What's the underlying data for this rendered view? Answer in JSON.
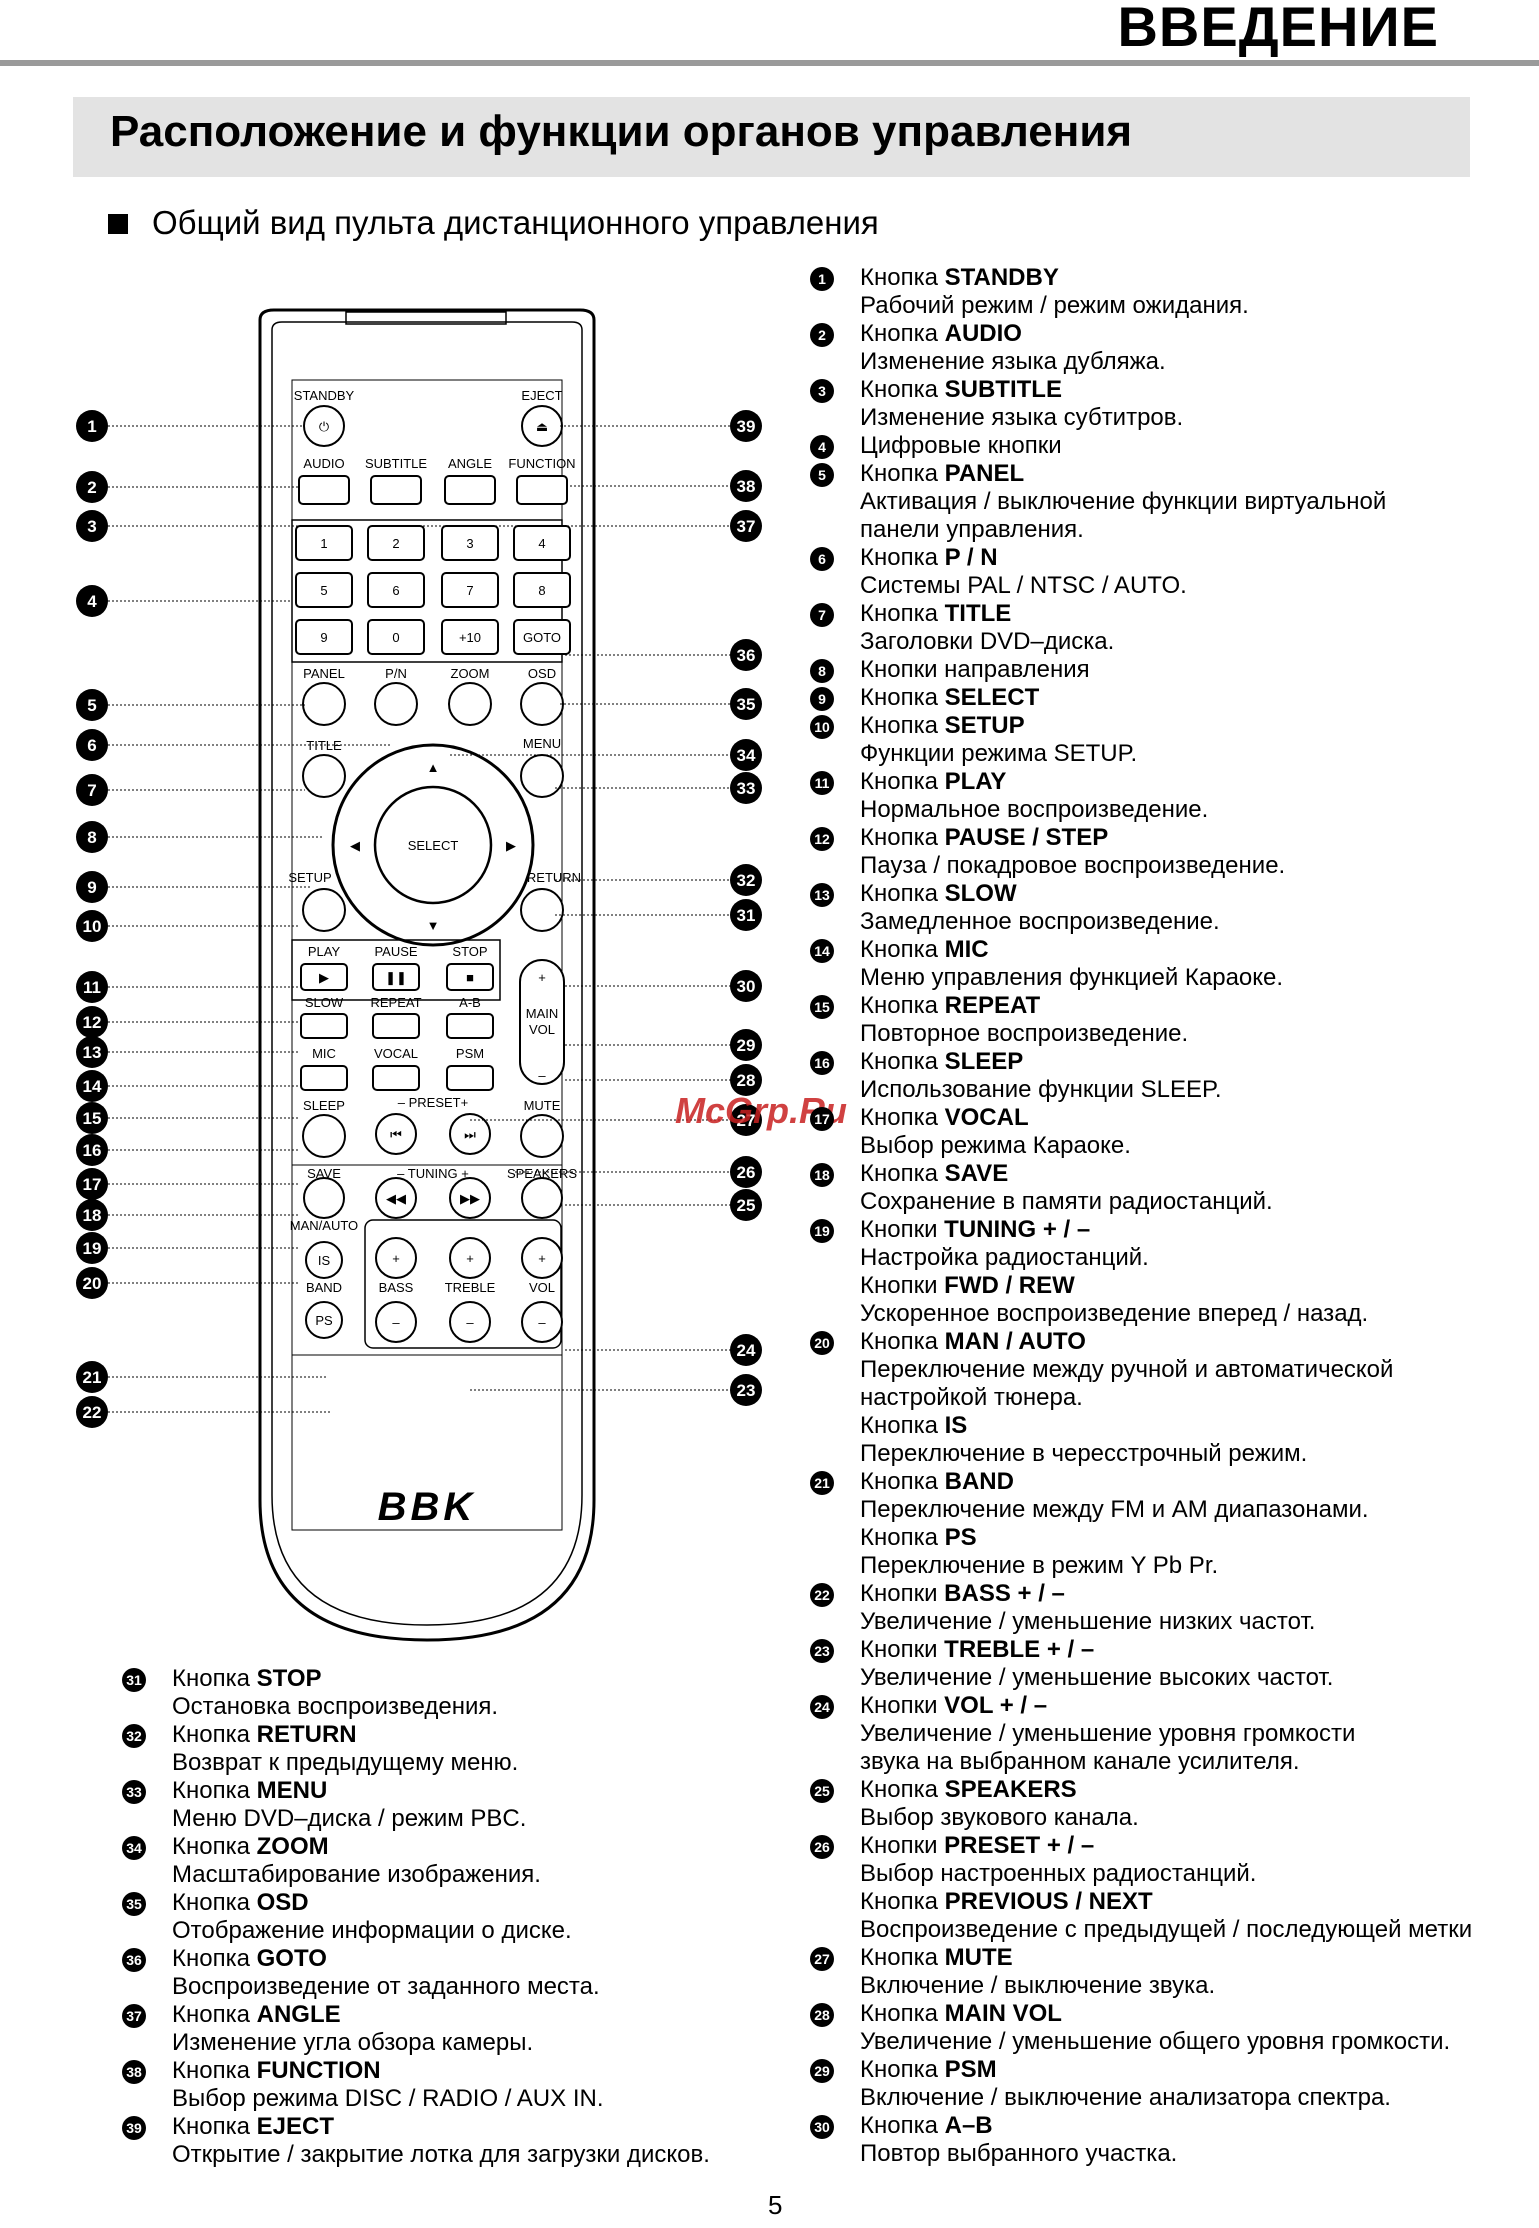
{
  "header": {
    "title": "ВВЕДЕНИЕ"
  },
  "section_title": "Расположение и функции органов управления",
  "subheading": "Общий вид пульта дистанционного управления",
  "page_number": "5",
  "watermark": "McGrp.Ru",
  "remote": {
    "brand_logo": "BBK",
    "button_labels": {
      "standby": "STANDBY",
      "eject": "EJECT",
      "audio": "AUDIO",
      "subtitle": "SUBTITLE",
      "angle": "ANGLE",
      "function": "FUNCTION",
      "panel": "PANEL",
      "pn": "P/N",
      "zoom": "ZOOM",
      "osd": "OSD",
      "title": "TITLE",
      "menu": "MENU",
      "select": "SELECT",
      "setup": "SETUP",
      "return": "RETURN",
      "play": "PLAY",
      "pause": "PAUSE",
      "stop": "STOP",
      "slow": "SLOW",
      "repeat": "REPEAT",
      "ab": "A-B",
      "mic": "MIC",
      "vocal": "VOCAL",
      "psm": "PSM",
      "main_vol": "MAIN",
      "main_vol2": "VOL",
      "sleep": "SLEEP",
      "preset": "– PRESET+",
      "mute": "MUTE",
      "save": "SAVE",
      "tuning": "– TUNING +",
      "speakers": "SPEAKERS",
      "man_auto": "MAN/AUTO",
      "is": "IS",
      "band": "BAND",
      "ps": "PS",
      "bass": "BASS",
      "treble": "TREBLE",
      "vol": "VOL",
      "goto": "GOTO",
      "digits": [
        "1",
        "2",
        "3",
        "4",
        "5",
        "6",
        "7",
        "8",
        "9",
        "0",
        "+10"
      ]
    }
  },
  "legend_right": [
    {
      "n": "1",
      "title": "Кнопка ",
      "key": "STANDBY",
      "lines": [
        "Рабочий режим / режим ожидания."
      ]
    },
    {
      "n": "2",
      "title": "Кнопка ",
      "key": "AUDIO",
      "lines": [
        "Изменение языка дубляжа."
      ]
    },
    {
      "n": "3",
      "title": "Кнопка ",
      "key": "SUBTITLE",
      "lines": [
        "Изменение языка субтитров."
      ]
    },
    {
      "n": "4",
      "title": "Цифровые кнопки",
      "key": "",
      "lines": []
    },
    {
      "n": "5",
      "title": "Кнопка ",
      "key": "PANEL",
      "lines": [
        "Активация / выключение функции виртуальной",
        "панели управления."
      ]
    },
    {
      "n": "6",
      "title": "Кнопка ",
      "key": "P / N",
      "lines": [
        "Системы PAL / NTSC / AUTO."
      ]
    },
    {
      "n": "7",
      "title": "Кнопка ",
      "key": "TITLE",
      "lines": [
        "Заголовки DVD–диска."
      ]
    },
    {
      "n": "8",
      "title": "Кнопки направления",
      "key": "",
      "lines": []
    },
    {
      "n": "9",
      "title": "Кнопка ",
      "key": "SELECT",
      "lines": []
    },
    {
      "n": "10",
      "title": "Кнопка ",
      "key": "SETUP",
      "lines": [
        "Функции режима SETUP."
      ]
    },
    {
      "n": "11",
      "title": "Кнопка ",
      "key": "PLAY",
      "lines": [
        "Нормальное воспроизведение."
      ]
    },
    {
      "n": "12",
      "title": "Кнопка ",
      "key": "PAUSE / STEP",
      "lines": [
        "Пауза / покадровое воспроизведение."
      ]
    },
    {
      "n": "13",
      "title": "Кнопка ",
      "key": "SLOW",
      "lines": [
        "Замедленное воспроизведение."
      ]
    },
    {
      "n": "14",
      "title": "Кнопка ",
      "key": "MIC",
      "lines": [
        "Меню управления функцией Караоке."
      ]
    },
    {
      "n": "15",
      "title": "Кнопка ",
      "key": "REPEAT",
      "lines": [
        "Повторное воспроизведение."
      ]
    },
    {
      "n": "16",
      "title": "Кнопка ",
      "key": "SLEEP",
      "lines": [
        "Использование функции SLEEP."
      ]
    },
    {
      "n": "17",
      "title": "Кнопка ",
      "key": "VOCAL",
      "lines": [
        "Выбор режима Караоке."
      ]
    },
    {
      "n": "18",
      "title": "Кнопка ",
      "key": "SAVE",
      "lines": [
        "Сохранение в памяти радиостанций."
      ]
    },
    {
      "n": "19",
      "title": "Кнопки ",
      "key": "TUNING + / –",
      "lines": [
        "Настройка радиостанций."
      ],
      "extra": [
        {
          "title": "Кнопки ",
          "key": "FWD / REW",
          "lines": [
            "Ускоренное воспроизведение вперед / назад."
          ]
        }
      ]
    },
    {
      "n": "20",
      "title": "Кнопка ",
      "key": " MAN / AUTO",
      "lines": [
        "Переключение между ручной и автоматической",
        "настройкой тюнера."
      ],
      "extra": [
        {
          "title": "Кнопка ",
          "key": "IS",
          "lines": [
            "Переключение в чересстрочный режим."
          ]
        }
      ]
    },
    {
      "n": "21",
      "title": "Кнопка ",
      "key": "BAND",
      "lines": [
        "Переключение между FM и AM диапазонами."
      ],
      "extra": [
        {
          "title": "Кнопка ",
          "key": "PS",
          "lines": [
            "Переключение в режим Y Pb Pr."
          ]
        }
      ]
    },
    {
      "n": "22",
      "title": "Кнопки ",
      "key": "BASS + / –",
      "lines": [
        "Увеличение / уменьшение низких частот."
      ]
    },
    {
      "n": "23",
      "title": "Кнопки ",
      "key": " TREBLE + / –",
      "lines": [
        "Увеличение / уменьшение высоких частот."
      ]
    },
    {
      "n": "24",
      "title": "Кнопки ",
      "key": "VOL + / –",
      "lines": [
        "Увеличение / уменьшение уровня громкости",
        "звука на выбранном канале усилителя."
      ]
    },
    {
      "n": "25",
      "title": "Кнопка ",
      "key": "SPEAKERS",
      "lines": [
        "Выбор звукового канала."
      ]
    },
    {
      "n": "26",
      "title": "Кнопки ",
      "key": "PRESET + / –",
      "lines": [
        "Выбор настроенных радиостанций."
      ],
      "extra": [
        {
          "title": "Кнопка ",
          "key": "PREVIOUS / NEXT",
          "lines": [
            "Воспроизведение с предыдущей  / последующей метки"
          ]
        }
      ]
    },
    {
      "n": "27",
      "title": "Кнопка ",
      "key": "MUTE",
      "lines": [
        "Включение / выключение звука."
      ]
    },
    {
      "n": "28",
      "title": "Кнопка ",
      "key": "MAIN VOL",
      "lines": [
        "Увеличение / уменьшение общего уровня громкости."
      ]
    },
    {
      "n": "29",
      "title": "Кнопка ",
      "key": "PSM",
      "lines": [
        "Включение / выключение анализатора спектра."
      ]
    },
    {
      "n": "30",
      "title": "Кнопка ",
      "key": "A–B",
      "lines": [
        "Повтор выбранного участка."
      ]
    }
  ],
  "legend_left": [
    {
      "n": "31",
      "title": "Кнопка ",
      "key": "STOP",
      "lines": [
        "Остановка воспроизведения."
      ]
    },
    {
      "n": "32",
      "title": "Кнопка ",
      "key": "RETURN",
      "lines": [
        "Возврат к предыдущему меню."
      ]
    },
    {
      "n": "33",
      "title": "Кнопка ",
      "key": "MENU",
      "lines": [
        "Меню DVD–диска / режим PBC."
      ]
    },
    {
      "n": "34",
      "title": "Кнопка ",
      "key": "ZOOM",
      "lines": [
        "Масштабирование изображения."
      ]
    },
    {
      "n": "35",
      "title": "Кнопка ",
      "key": "OSD",
      "lines": [
        "Отображение информации о диске."
      ]
    },
    {
      "n": "36",
      "title": "Кнопка ",
      "key": "GOTO",
      "lines": [
        "Воспроизведение от заданного места."
      ]
    },
    {
      "n": "37",
      "title": "Кнопка ",
      "key": "ANGLE",
      "lines": [
        "Изменение угла обзора камеры."
      ]
    },
    {
      "n": "38",
      "title": "Кнопка ",
      "key": "FUNCTION",
      "lines": [
        "Выбор режима DISC / RADIO / AUX IN."
      ]
    },
    {
      "n": "39",
      "title": "Кнопка ",
      "key": "EJECT",
      "lines": [
        "Открытие / закрытие лотка для загрузки дисков."
      ]
    }
  ],
  "callouts_left": [
    "1",
    "2",
    "3",
    "4",
    "5",
    "6",
    "7",
    "8",
    "9",
    "10",
    "11",
    "12",
    "13",
    "14",
    "15",
    "16",
    "17",
    "18",
    "19",
    "20",
    "21",
    "22"
  ],
  "callouts_right": [
    "39",
    "38",
    "37",
    "36",
    "35",
    "34",
    "33",
    "32",
    "31",
    "30",
    "29",
    "28",
    "27",
    "26",
    "25",
    "24",
    "23"
  ]
}
